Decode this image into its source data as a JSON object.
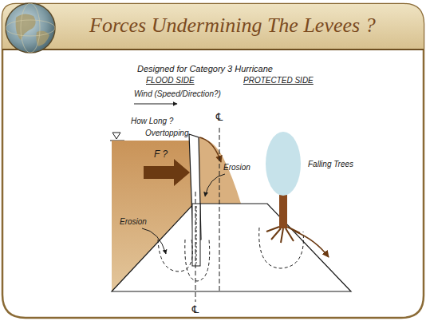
{
  "diagram": {
    "title": "Forces Undermining The Levees ?",
    "labels": [
      "Designed for Category 3 Hurricane",
      "FLOOD SIDE",
      "PROTECTED SIDE",
      "Wind (Speed/Direction?)",
      "How Long ?",
      "Overtopping",
      "℄",
      "F ?",
      "Erosion",
      "Erosion",
      "Falling Trees",
      "℄"
    ]
  }
}
